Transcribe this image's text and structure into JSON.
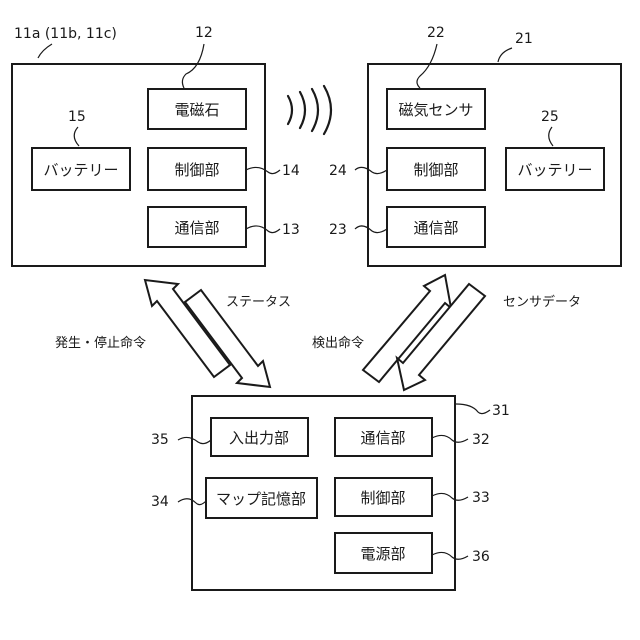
{
  "device_a": {
    "id_label": "11a (11b, 11c)",
    "electromagnet": {
      "label": "電磁石",
      "number": "12"
    },
    "battery": {
      "label": "バッテリー",
      "number": "15"
    },
    "controller": {
      "label": "制御部",
      "number": "14"
    },
    "comm": {
      "label": "通信部",
      "number": "13"
    }
  },
  "device_b": {
    "id_label": "21",
    "sensor": {
      "label": "磁気センサ",
      "number": "22"
    },
    "battery": {
      "label": "バッテリー",
      "number": "25"
    },
    "controller": {
      "label": "制御部",
      "number": "24"
    },
    "comm": {
      "label": "通信部",
      "number": "23"
    }
  },
  "server": {
    "id_label": "31",
    "io": {
      "label": "入出力部",
      "number": "35"
    },
    "comm": {
      "label": "通信部",
      "number": "32"
    },
    "map_storage": {
      "label": "マップ記憶部",
      "number": "34"
    },
    "controller": {
      "label": "制御部",
      "number": "33"
    },
    "power": {
      "label": "電源部",
      "number": "36"
    }
  },
  "flows": {
    "start_stop": "発生・停止命令",
    "status": "ステータス",
    "detect": "検出命令",
    "sensor_data": "センサデータ"
  }
}
